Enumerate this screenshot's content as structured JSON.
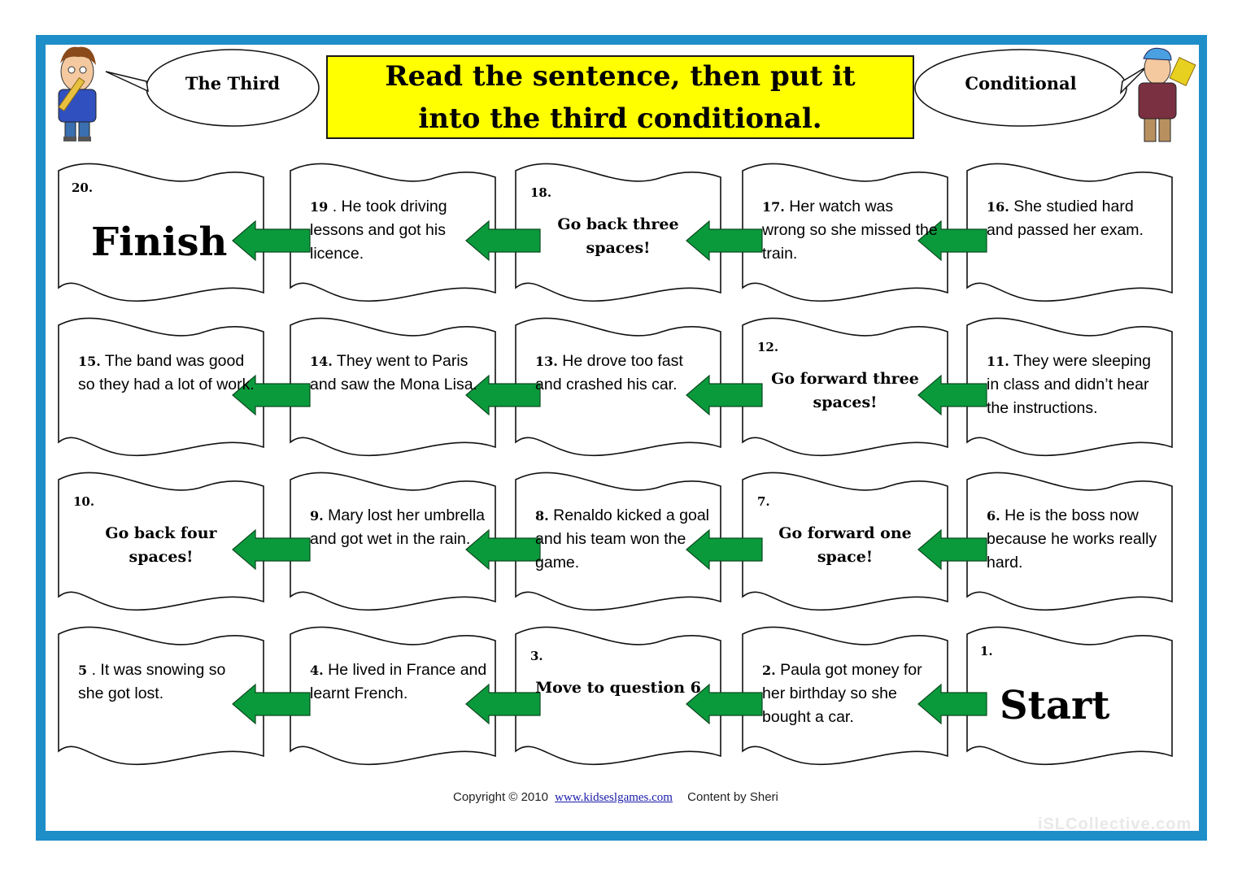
{
  "title": {
    "line1": "Read the sentence, then put it",
    "line2": "into the third conditional."
  },
  "bubbles": {
    "left": "The Third",
    "right": "Conditional"
  },
  "squares": [
    {
      "num": "1.",
      "big": "Start"
    },
    {
      "num": "2.",
      "text": "Paula got money for her birthday so she bought a car."
    },
    {
      "num": "3.",
      "action": "Move to question 6"
    },
    {
      "num": "4.",
      "text": "He lived in France and learnt French."
    },
    {
      "num": "5",
      "text": ". It was snowing so she got lost."
    },
    {
      "num": "6.",
      "text": "He is the boss now because he works really hard."
    },
    {
      "num": "7.",
      "action": "Go forward one space!"
    },
    {
      "num": "8.",
      "text": "Renaldo kicked a goal and his team won the game."
    },
    {
      "num": "9.",
      "text": "Mary lost her umbrella and got wet in the rain."
    },
    {
      "num": "10.",
      "action": "Go back four spaces!"
    },
    {
      "num": "11.",
      "text": "They were sleeping in class and didn’t hear the instructions."
    },
    {
      "num": "12.",
      "action": "Go forward three spaces!"
    },
    {
      "num": "13.",
      "text": "He drove too fast and crashed his car."
    },
    {
      "num": "14.",
      "text": "They went to Paris and saw the Mona Lisa."
    },
    {
      "num": "15.",
      "text": "The band was good so they had a lot of work."
    },
    {
      "num": "16.",
      "text": "She studied hard and passed her exam."
    },
    {
      "num": "17.",
      "text": "Her watch was wrong so she missed the train."
    },
    {
      "num": "18.",
      "action": "Go back three spaces!"
    },
    {
      "num": "19",
      "text": ". He took driving lessons and got his licence."
    },
    {
      "num": "20.",
      "big": "Finish"
    }
  ],
  "footer": {
    "copyright": "Copyright © 2010",
    "link": "www.kidseslgames.com",
    "credit": "Content by Sheri"
  },
  "watermark": "iSLCollective.com",
  "colors": {
    "frame": "#1e8ec9",
    "title_bg": "#ffff00",
    "arrow": "#0a9a3c"
  }
}
